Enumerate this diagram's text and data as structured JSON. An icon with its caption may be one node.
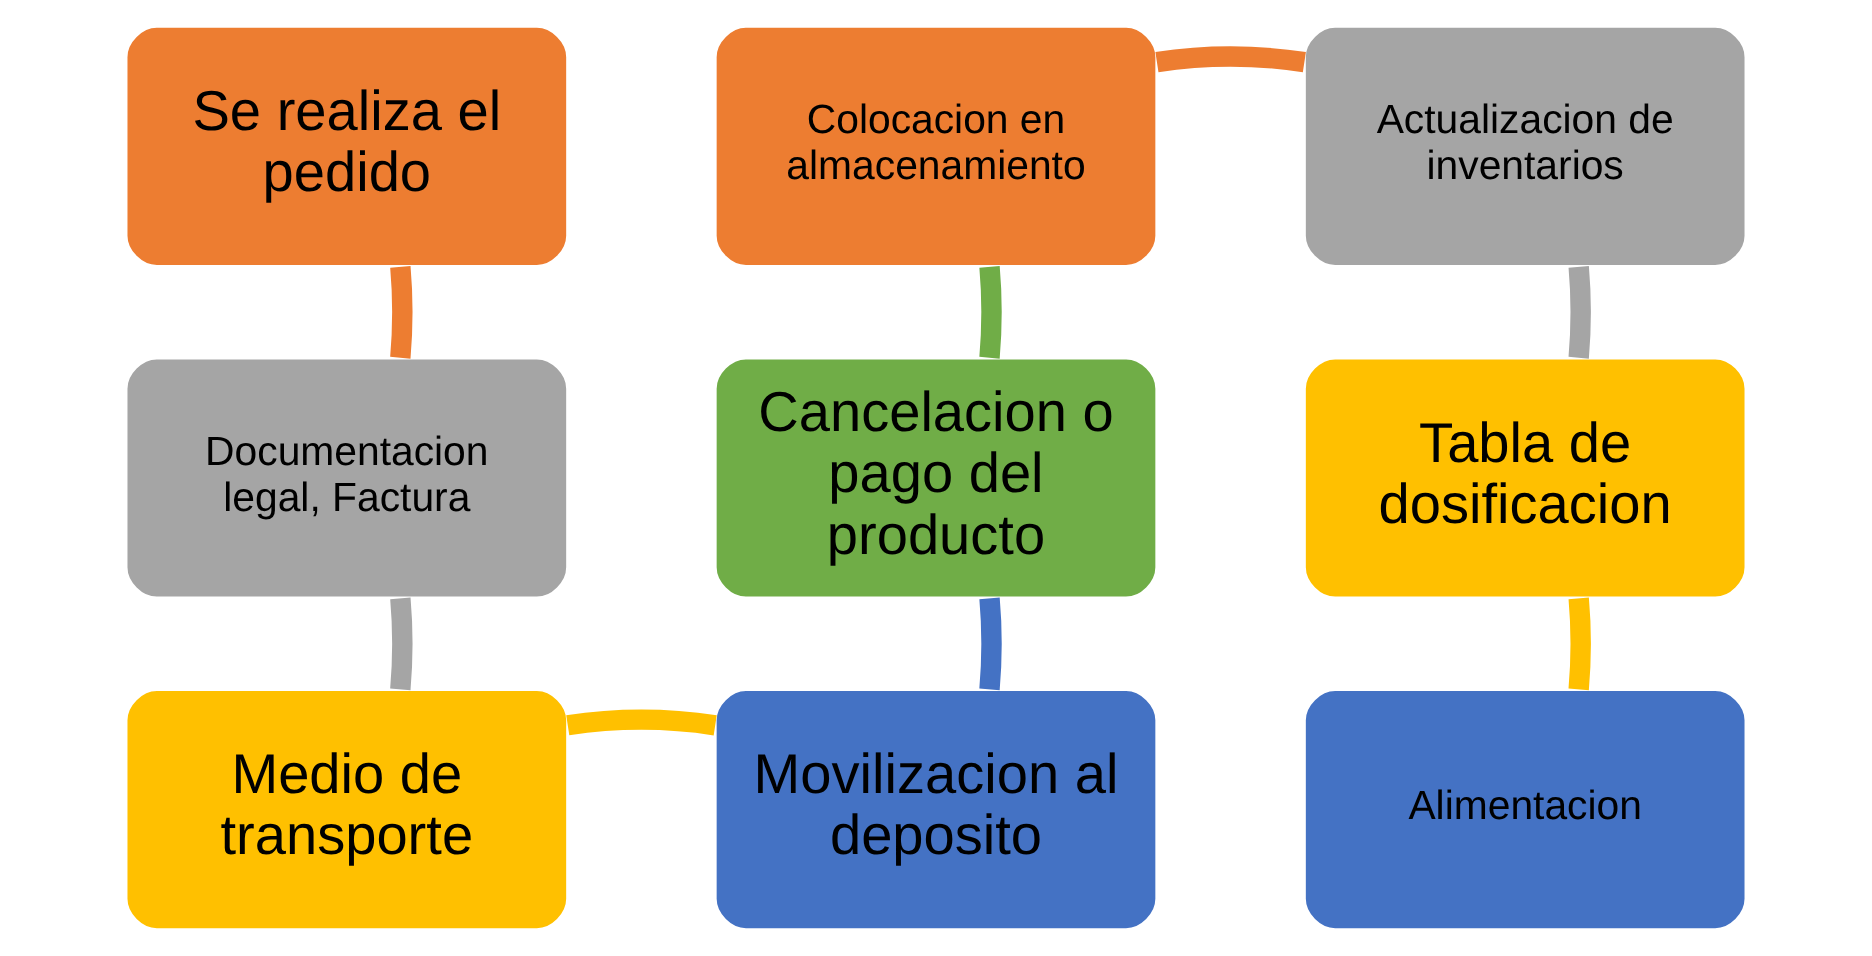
{
  "diagram": {
    "nodes": [
      {
        "text": [
          "Se realiza el pedido"
        ]
      },
      {
        "text": [
          "Documentacion legal, Factura"
        ]
      },
      {
        "text": [
          "Medio de transporte"
        ]
      },
      {
        "text": [
          "Movilizacion al deposito"
        ]
      },
      {
        "text": [
          "Cancelacion o pago del producto"
        ]
      },
      {
        "text": [
          "Colocacion en almacenamiento"
        ]
      },
      {
        "text": [
          "Actualizacion de inventarios"
        ]
      },
      {
        "text": [
          "Tabla de dosificacion"
        ]
      },
      {
        "text": [
          "Alimentacion"
        ]
      }
    ],
    "edges": [
      {
        "from": 0,
        "to": 1,
        "arrow": "none",
        "color": "#ed7d31"
      },
      {
        "from": 1,
        "to": 2,
        "arrow": "none",
        "color": "#a5a5a5"
      },
      {
        "from": 2,
        "to": 3,
        "arrow": "none",
        "color": "#ffc000"
      },
      {
        "from": 3,
        "to": 4,
        "arrow": "none",
        "color": "#4472c4"
      },
      {
        "from": 4,
        "to": 5,
        "arrow": "none",
        "color": "#70ad47"
      },
      {
        "from": 5,
        "to": 6,
        "arrow": "none",
        "color": "#ed7d31"
      },
      {
        "from": 6,
        "to": 7,
        "arrow": "none",
        "color": "#a5a5a5"
      },
      {
        "from": 7,
        "to": 8,
        "arrow": "none",
        "color": "#ffc000"
      }
    ]
  }
}
